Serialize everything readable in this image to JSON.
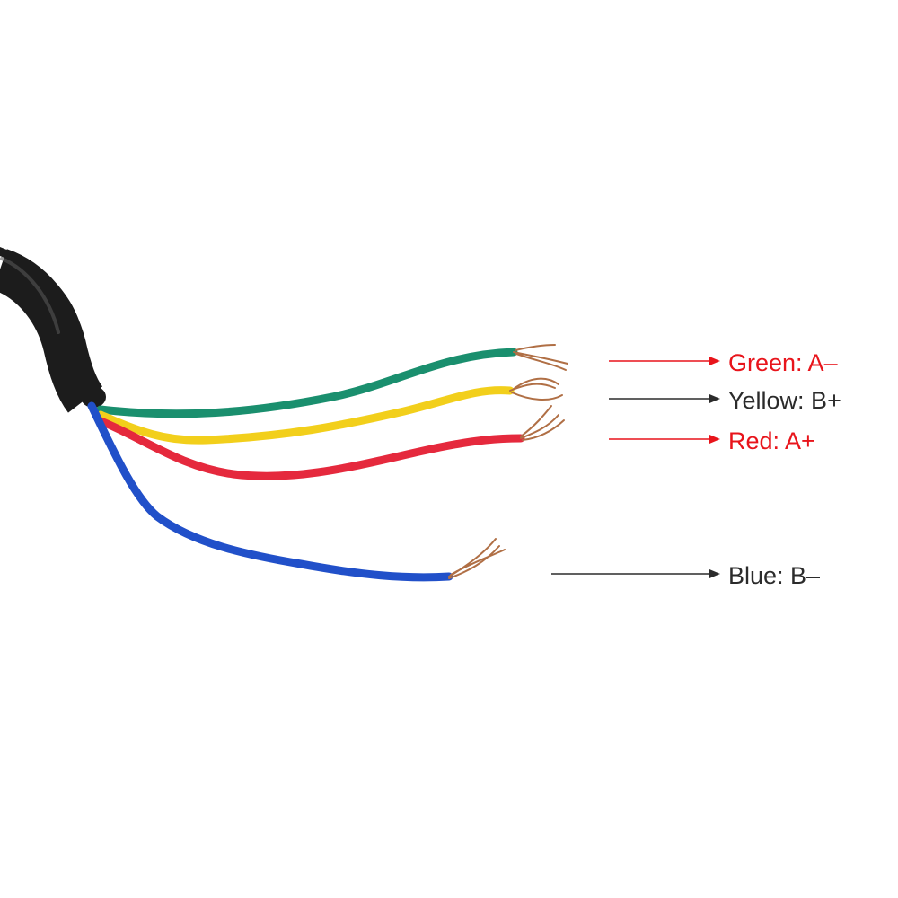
{
  "legend": [
    {
      "id": "green",
      "text": "Green: A–",
      "text_color": "#e8141b",
      "arrow_color": "#e8141b"
    },
    {
      "id": "yellow",
      "text": "Yellow: B+",
      "text_color": "#2b2b2b",
      "arrow_color": "#2b2b2b"
    },
    {
      "id": "red",
      "text": "Red: A+",
      "text_color": "#e8141b",
      "arrow_color": "#e8141b"
    },
    {
      "id": "blue",
      "text": "Blue: B–",
      "text_color": "#2b2b2b",
      "arrow_color": "#2b2b2b"
    }
  ],
  "wire_colors": {
    "green": "#1a8f6e",
    "yellow": "#f2cf1b",
    "red": "#e5293d",
    "blue": "#2150c9",
    "jacket": "#1c1c1c",
    "copper": "#b06f45"
  }
}
